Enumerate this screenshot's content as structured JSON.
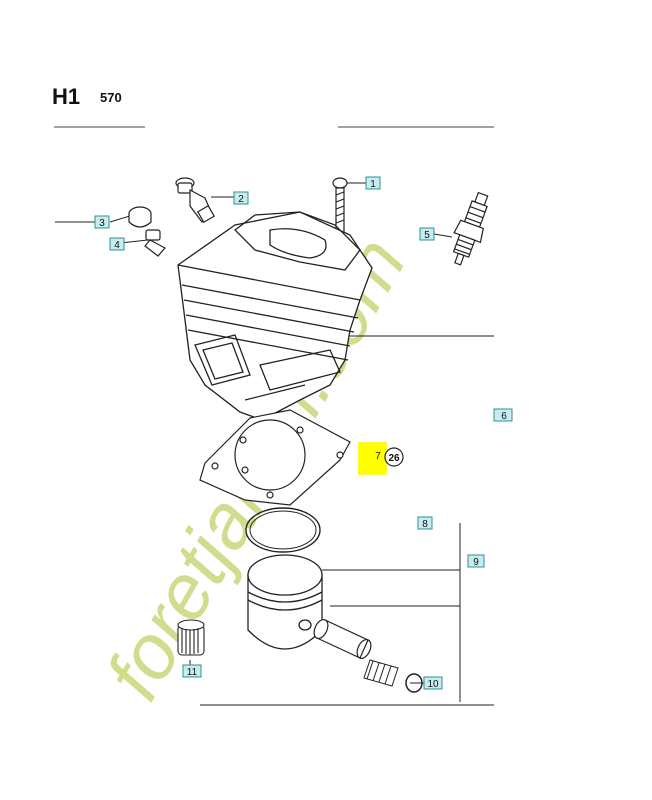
{
  "header": {
    "title": "H1",
    "subtitle": "570"
  },
  "callouts": [
    {
      "id": "1",
      "label": "1"
    },
    {
      "id": "2",
      "label": "2"
    },
    {
      "id": "3",
      "label": "3"
    },
    {
      "id": "4",
      "label": "4"
    },
    {
      "id": "5",
      "label": "5"
    },
    {
      "id": "6",
      "label": "6"
    },
    {
      "id": "7",
      "label": "7",
      "highlighted": true
    },
    {
      "id": "26",
      "label": "26"
    },
    {
      "id": "8",
      "label": "8"
    },
    {
      "id": "9",
      "label": "9"
    },
    {
      "id": "10",
      "label": "10"
    },
    {
      "id": "11",
      "label": "11"
    }
  ],
  "watermark": {
    "text": "foretjardin.com",
    "color": "#c7d87a"
  },
  "colors": {
    "callout_fill": "#c9ecef",
    "callout_border": "#2b8f98",
    "highlight": "#ffff00",
    "line": "#222222"
  }
}
